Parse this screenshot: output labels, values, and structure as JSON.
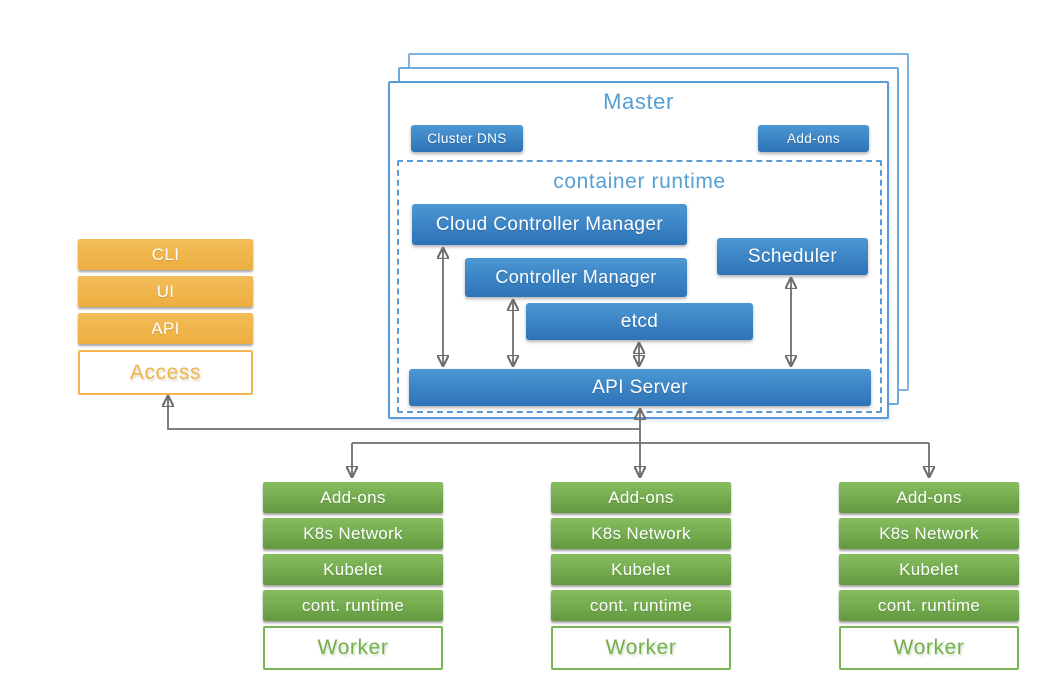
{
  "master": {
    "title": "Master",
    "cluster_dns_label": "Cluster DNS",
    "addons_label": "Add-ons",
    "container_runtime_title": "container runtime",
    "components": {
      "cloud_controller_manager": "Cloud Controller Manager",
      "controller_manager": "Controller Manager",
      "etcd": "etcd",
      "scheduler": "Scheduler",
      "api_server": "API Server"
    }
  },
  "access": {
    "rows": [
      "CLI",
      "UI",
      "API"
    ],
    "label": "Access"
  },
  "workers": [
    {
      "rows": [
        "Add-ons",
        "K8s Network",
        "Kubelet",
        "cont. runtime"
      ],
      "label": "Worker"
    },
    {
      "rows": [
        "Add-ons",
        "K8s Network",
        "Kubelet",
        "cont. runtime"
      ],
      "label": "Worker"
    },
    {
      "rows": [
        "Add-ons",
        "K8s Network",
        "Kubelet",
        "cont. runtime"
      ],
      "label": "Worker"
    }
  ],
  "colors": {
    "component_blue": "#3d85c6",
    "master_border_blue": "#5b9bd5",
    "heading_blue": "#56a0d3",
    "access_orange": "#f0b54c",
    "worker_green": "#76b04e",
    "connector_gray": "#6e6e6e"
  }
}
